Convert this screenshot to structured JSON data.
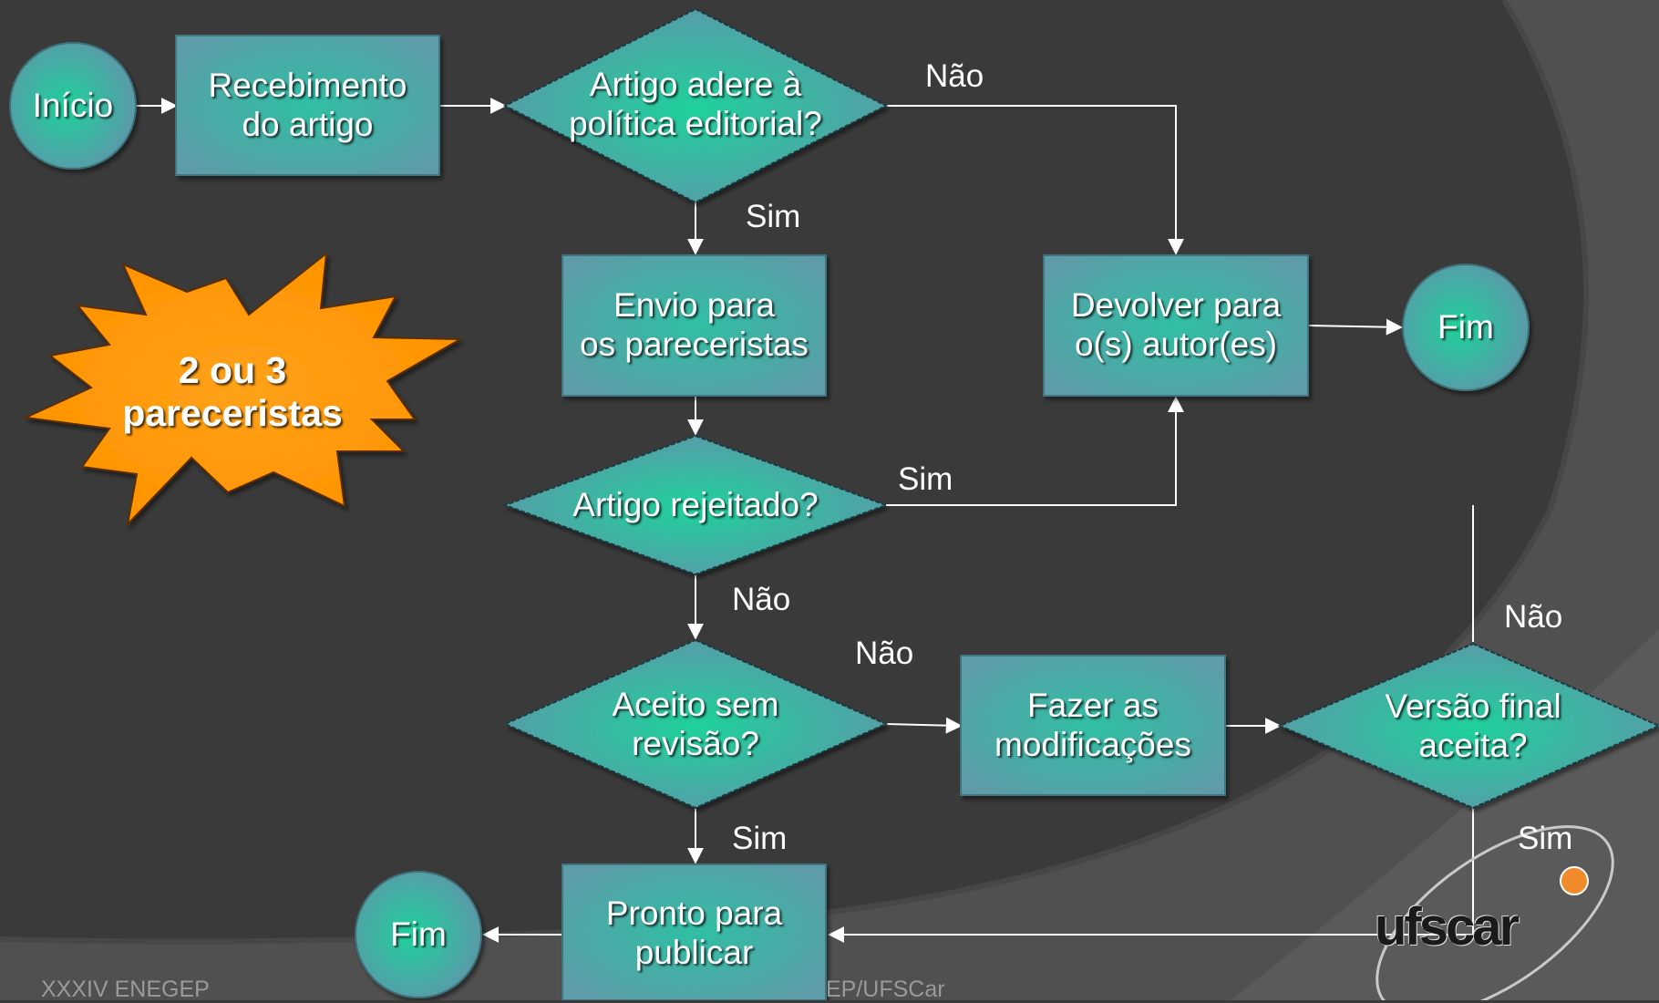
{
  "nodes": {
    "inicio": "Início",
    "recebimento": "Recebimento\ndo artigo",
    "politica": "Artigo adere à\npolítica editorial?",
    "envio": "Envio para\nos pareceristas",
    "devolver": "Devolver para\no(s) autor(es)",
    "fim_top": "Fim",
    "rejeitado": "Artigo rejeitado?",
    "aceito": "Aceito sem\nrevisão?",
    "modificacoes": "Fazer as\nmodificações",
    "versao": "Versão final\naceita?",
    "pronto": "Pronto para\npublicar",
    "fim_bottom": "Fim"
  },
  "edges": {
    "politica_nao": "Não",
    "politica_sim": "Sim",
    "rejeitado_sim": "Sim",
    "rejeitado_nao": "Não",
    "aceito_nao": "Não",
    "aceito_sim": "Sim",
    "versao_nao": "Não",
    "versao_sim": "Sim"
  },
  "callout": "2 ou 3\npareceristas",
  "footer": {
    "left": "XXXIV ENEGEP",
    "center": "EP/UFSCar"
  },
  "logo": "ufscar",
  "colors": {
    "background": "#3a3a3a",
    "shape_fill": "#5b9aa5",
    "shape_glow": "#22c2a0",
    "burst": "#ff9900",
    "line": "#ffffff"
  }
}
